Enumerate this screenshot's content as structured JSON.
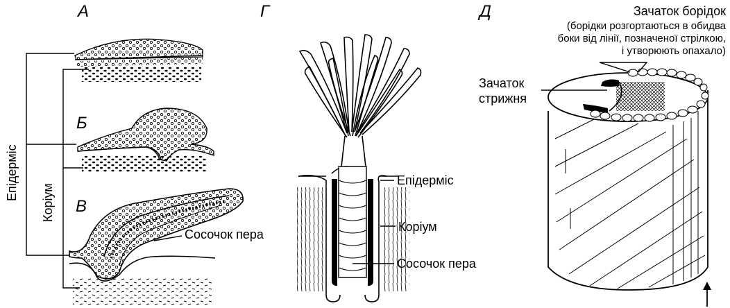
{
  "panels": {
    "a": "А",
    "b": "Б",
    "v": "В",
    "g": "Г",
    "d": "Д"
  },
  "labels": {
    "epidermis_vertical": "Епідерміс",
    "corium_vertical": "Коріум",
    "feather_papilla_left": "Сосочок пера",
    "epidermis_mid": "Епідерміс",
    "corium_mid": "Коріум",
    "feather_papilla_mid": "Сосочок пера",
    "shaft_rudiment_line1": "Зачаток",
    "shaft_rudiment_line2": "стрижня",
    "barb_rudiment_title": "Зачаток борідок",
    "barb_note_line1": "(борідки розгортаються в обидва",
    "barb_note_line2": "боки від лінії, позначеної стрілкою,",
    "barb_note_line3": "і утворюють опахало)"
  }
}
